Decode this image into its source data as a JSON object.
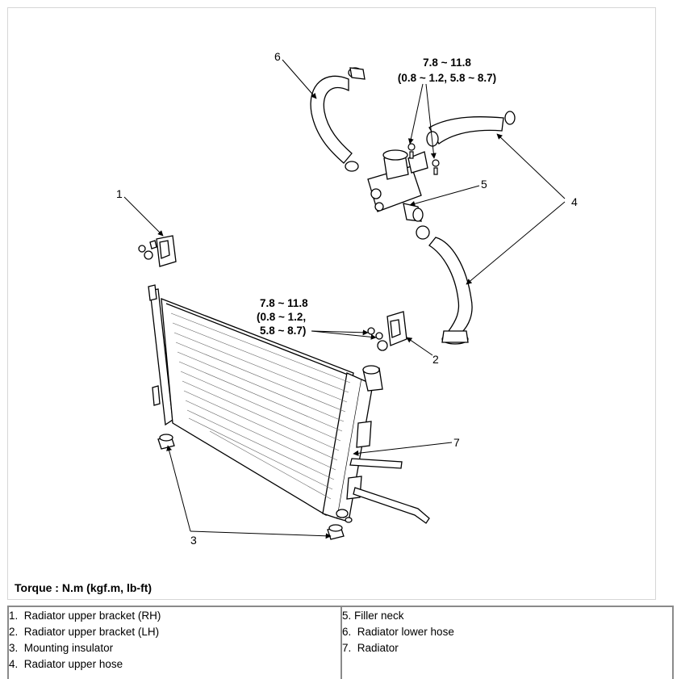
{
  "callouts": [
    "1",
    "2",
    "3",
    "4",
    "5",
    "6",
    "7"
  ],
  "torque_spec_top": {
    "line1": "7.8 ~ 11.8",
    "line2": "(0.8 ~ 1.2, 5.8 ~ 8.7)"
  },
  "torque_spec_mid": {
    "line1": "7.8 ~ 11.8",
    "line2": "(0.8 ~ 1.2,",
    "line3": "5.8 ~ 8.7)"
  },
  "torque_note": "Torque : N.m (kgf.m, lb-ft)",
  "legend": {
    "left": [
      "1.  Radiator upper bracket (RH)",
      "2.  Radiator upper bracket (LH)",
      "3.  Mounting insulator",
      "4.  Radiator upper hose"
    ],
    "right": [
      "5. Filler neck",
      "6.  Radiator lower hose",
      "7.  Radiator"
    ]
  }
}
